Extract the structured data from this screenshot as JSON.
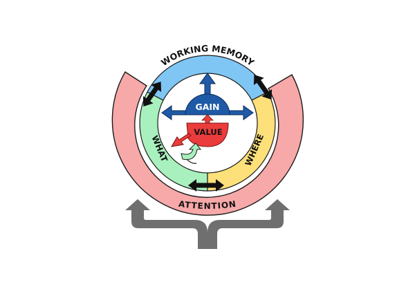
{
  "diagram": {
    "labels": {
      "working_memory": "WORKING MEMORY",
      "attention": "ATTENTION",
      "what": "WHAT",
      "where": "WHERE",
      "gain": "GAIN",
      "value": "VALUE"
    },
    "colors": {
      "working_memory": "#7fc6f4",
      "what": "#a8f0bd",
      "where": "#fde07a",
      "attention": "#f7a8a8",
      "gain": "#1f5aa6",
      "value": "#ea3c3c",
      "arrows": "#111111",
      "attention_arrow": "#6f6f6f",
      "outline": "#1a1a1a"
    }
  }
}
